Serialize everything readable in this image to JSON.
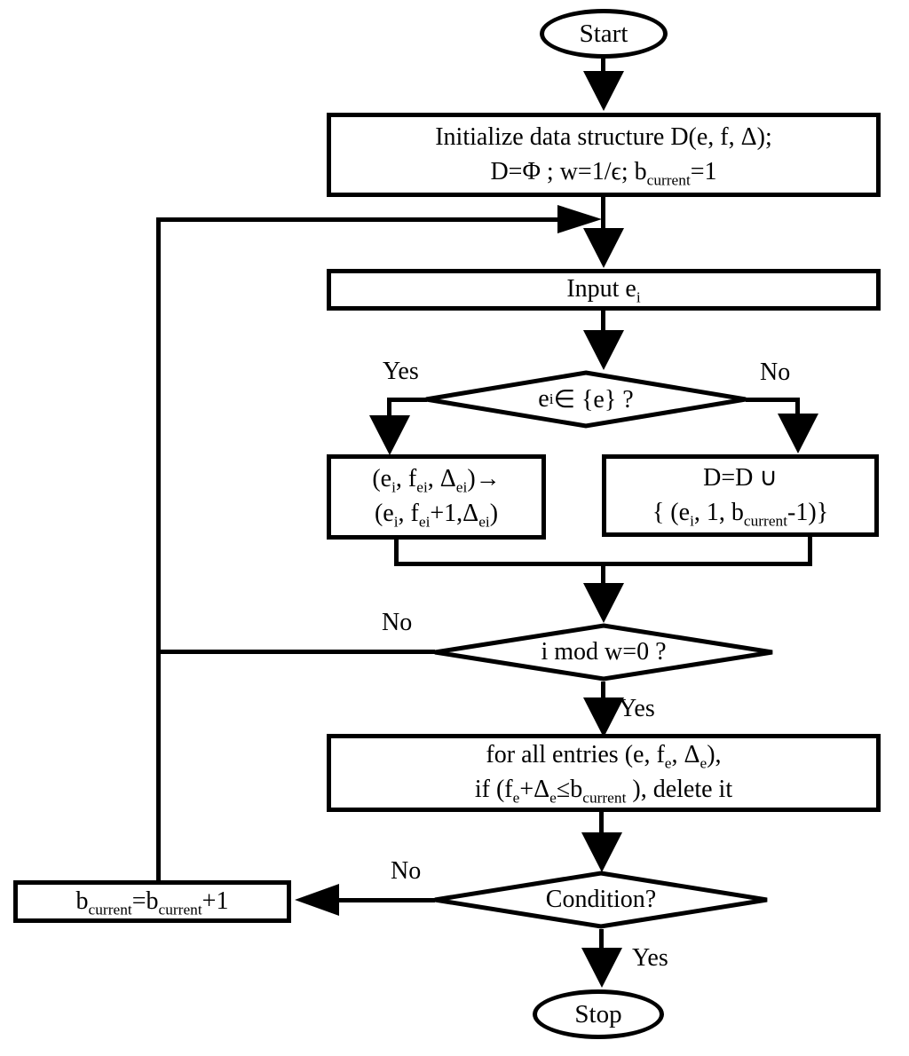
{
  "figure": {
    "type": "flowchart",
    "title": ""
  },
  "colors": {
    "stroke": "#000000",
    "background": "#ffffff"
  },
  "nodes": {
    "start": {
      "shape": "oval",
      "text": "Start"
    },
    "initialize": {
      "shape": "process",
      "line1": "Initialize data structure D(e, f, Δ);",
      "line2": "D=Φ ; w=1/ϵ; b_{current}=1"
    },
    "input": {
      "shape": "process",
      "text": "Input e_{i}"
    },
    "membership_decision": {
      "shape": "decision",
      "text": "e_{i} ∈ {e} ?",
      "yes_label": "Yes",
      "no_label": "No"
    },
    "update_existing": {
      "shape": "process",
      "line1": "(e_{i}, f_{ei}, Δ_{ei})→",
      "line2": "(e_{i}, f_{ei}+1,Δ_{ei})"
    },
    "insert_new": {
      "shape": "process",
      "line1": "D=D ∪",
      "line2": "{ (e_{i}, 1, b_{current}-1)}"
    },
    "window_decision": {
      "shape": "decision",
      "text": "i mod w=0 ?",
      "yes_label": "Yes",
      "no_label": "No"
    },
    "prune": {
      "shape": "process",
      "line1": "for all entries (e, f_{e}, Δ_{e}),",
      "line2": "if (f_{e}+Δ_{e}≤b_{current} ), delete it"
    },
    "condition_decision": {
      "shape": "decision",
      "text": "Condition?",
      "yes_label": "Yes",
      "no_label": "No"
    },
    "increment_bucket": {
      "shape": "process",
      "text": "b_{current}=b_{current}+1"
    },
    "stop": {
      "shape": "oval",
      "text": "Stop"
    }
  }
}
